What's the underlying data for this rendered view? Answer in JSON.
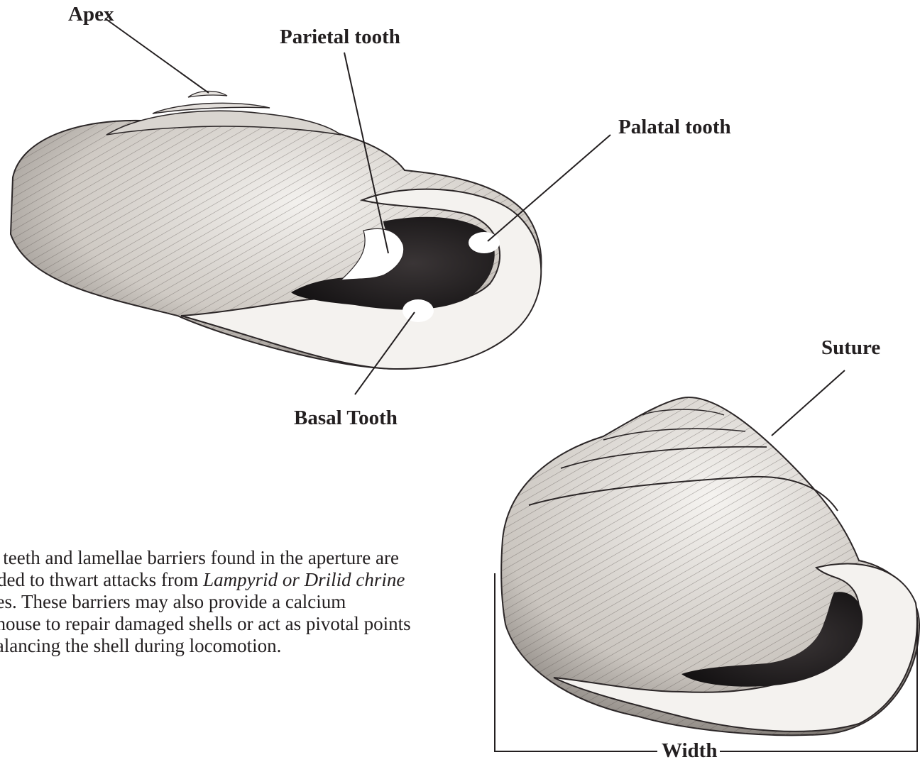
{
  "labels": {
    "apex": "Apex",
    "parietal_tooth": "Parietal tooth",
    "palatal_tooth": "Palatal tooth",
    "basal_tooth": "Basal Tooth",
    "suture": "Suture",
    "width": "Width"
  },
  "caption": {
    "part1": "Snail teeth and lamellae barriers found in the aperture are intended to thwart attacks from ",
    "italic": "Lampyrid or Drilid chrine",
    "part2": " beetles.  These barriers may also provide a calcium storehouse to repair damaged shells or act as pivotal points for balancing the shell during locomotion."
  },
  "colors": {
    "ink": "#231f20",
    "shell_shade": "#cfcac4",
    "aperture_dark": "#1a1718"
  }
}
